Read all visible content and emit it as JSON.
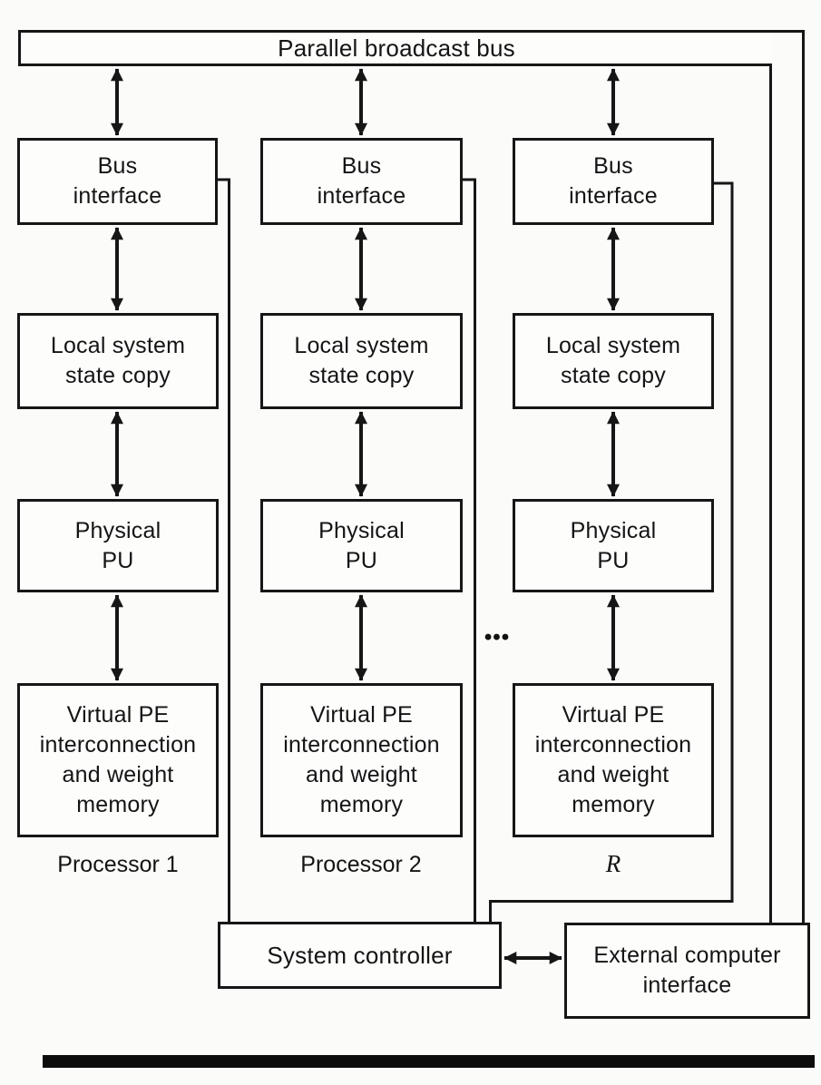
{
  "bus": {
    "label": "Parallel broadcast bus"
  },
  "columns": [
    {
      "bus_interface": "Bus\ninterface",
      "local_state": "Local system\nstate copy",
      "physical_pu": "Physical\nPU",
      "virtual_pe": "Virtual PE\ninterconnection\nand weight\nmemory",
      "label": "Processor 1"
    },
    {
      "bus_interface": "Bus\ninterface",
      "local_state": "Local system\nstate copy",
      "physical_pu": "Physical\nPU",
      "virtual_pe": "Virtual PE\ninterconnection\nand weight\nmemory",
      "label": "Processor 2"
    },
    {
      "bus_interface": "Bus\ninterface",
      "local_state": "Local system\nstate copy",
      "physical_pu": "Physical\nPU",
      "virtual_pe": "Virtual PE\ninterconnection\nand weight\nmemory",
      "label": "R"
    }
  ],
  "ellipsis": "•••",
  "bottom": {
    "system_controller": "System controller",
    "external_interface": "External computer\ninterface"
  },
  "colors": {
    "line": "#161616",
    "background": "#fbfbf9",
    "box_fill": "#fdfdfc"
  }
}
